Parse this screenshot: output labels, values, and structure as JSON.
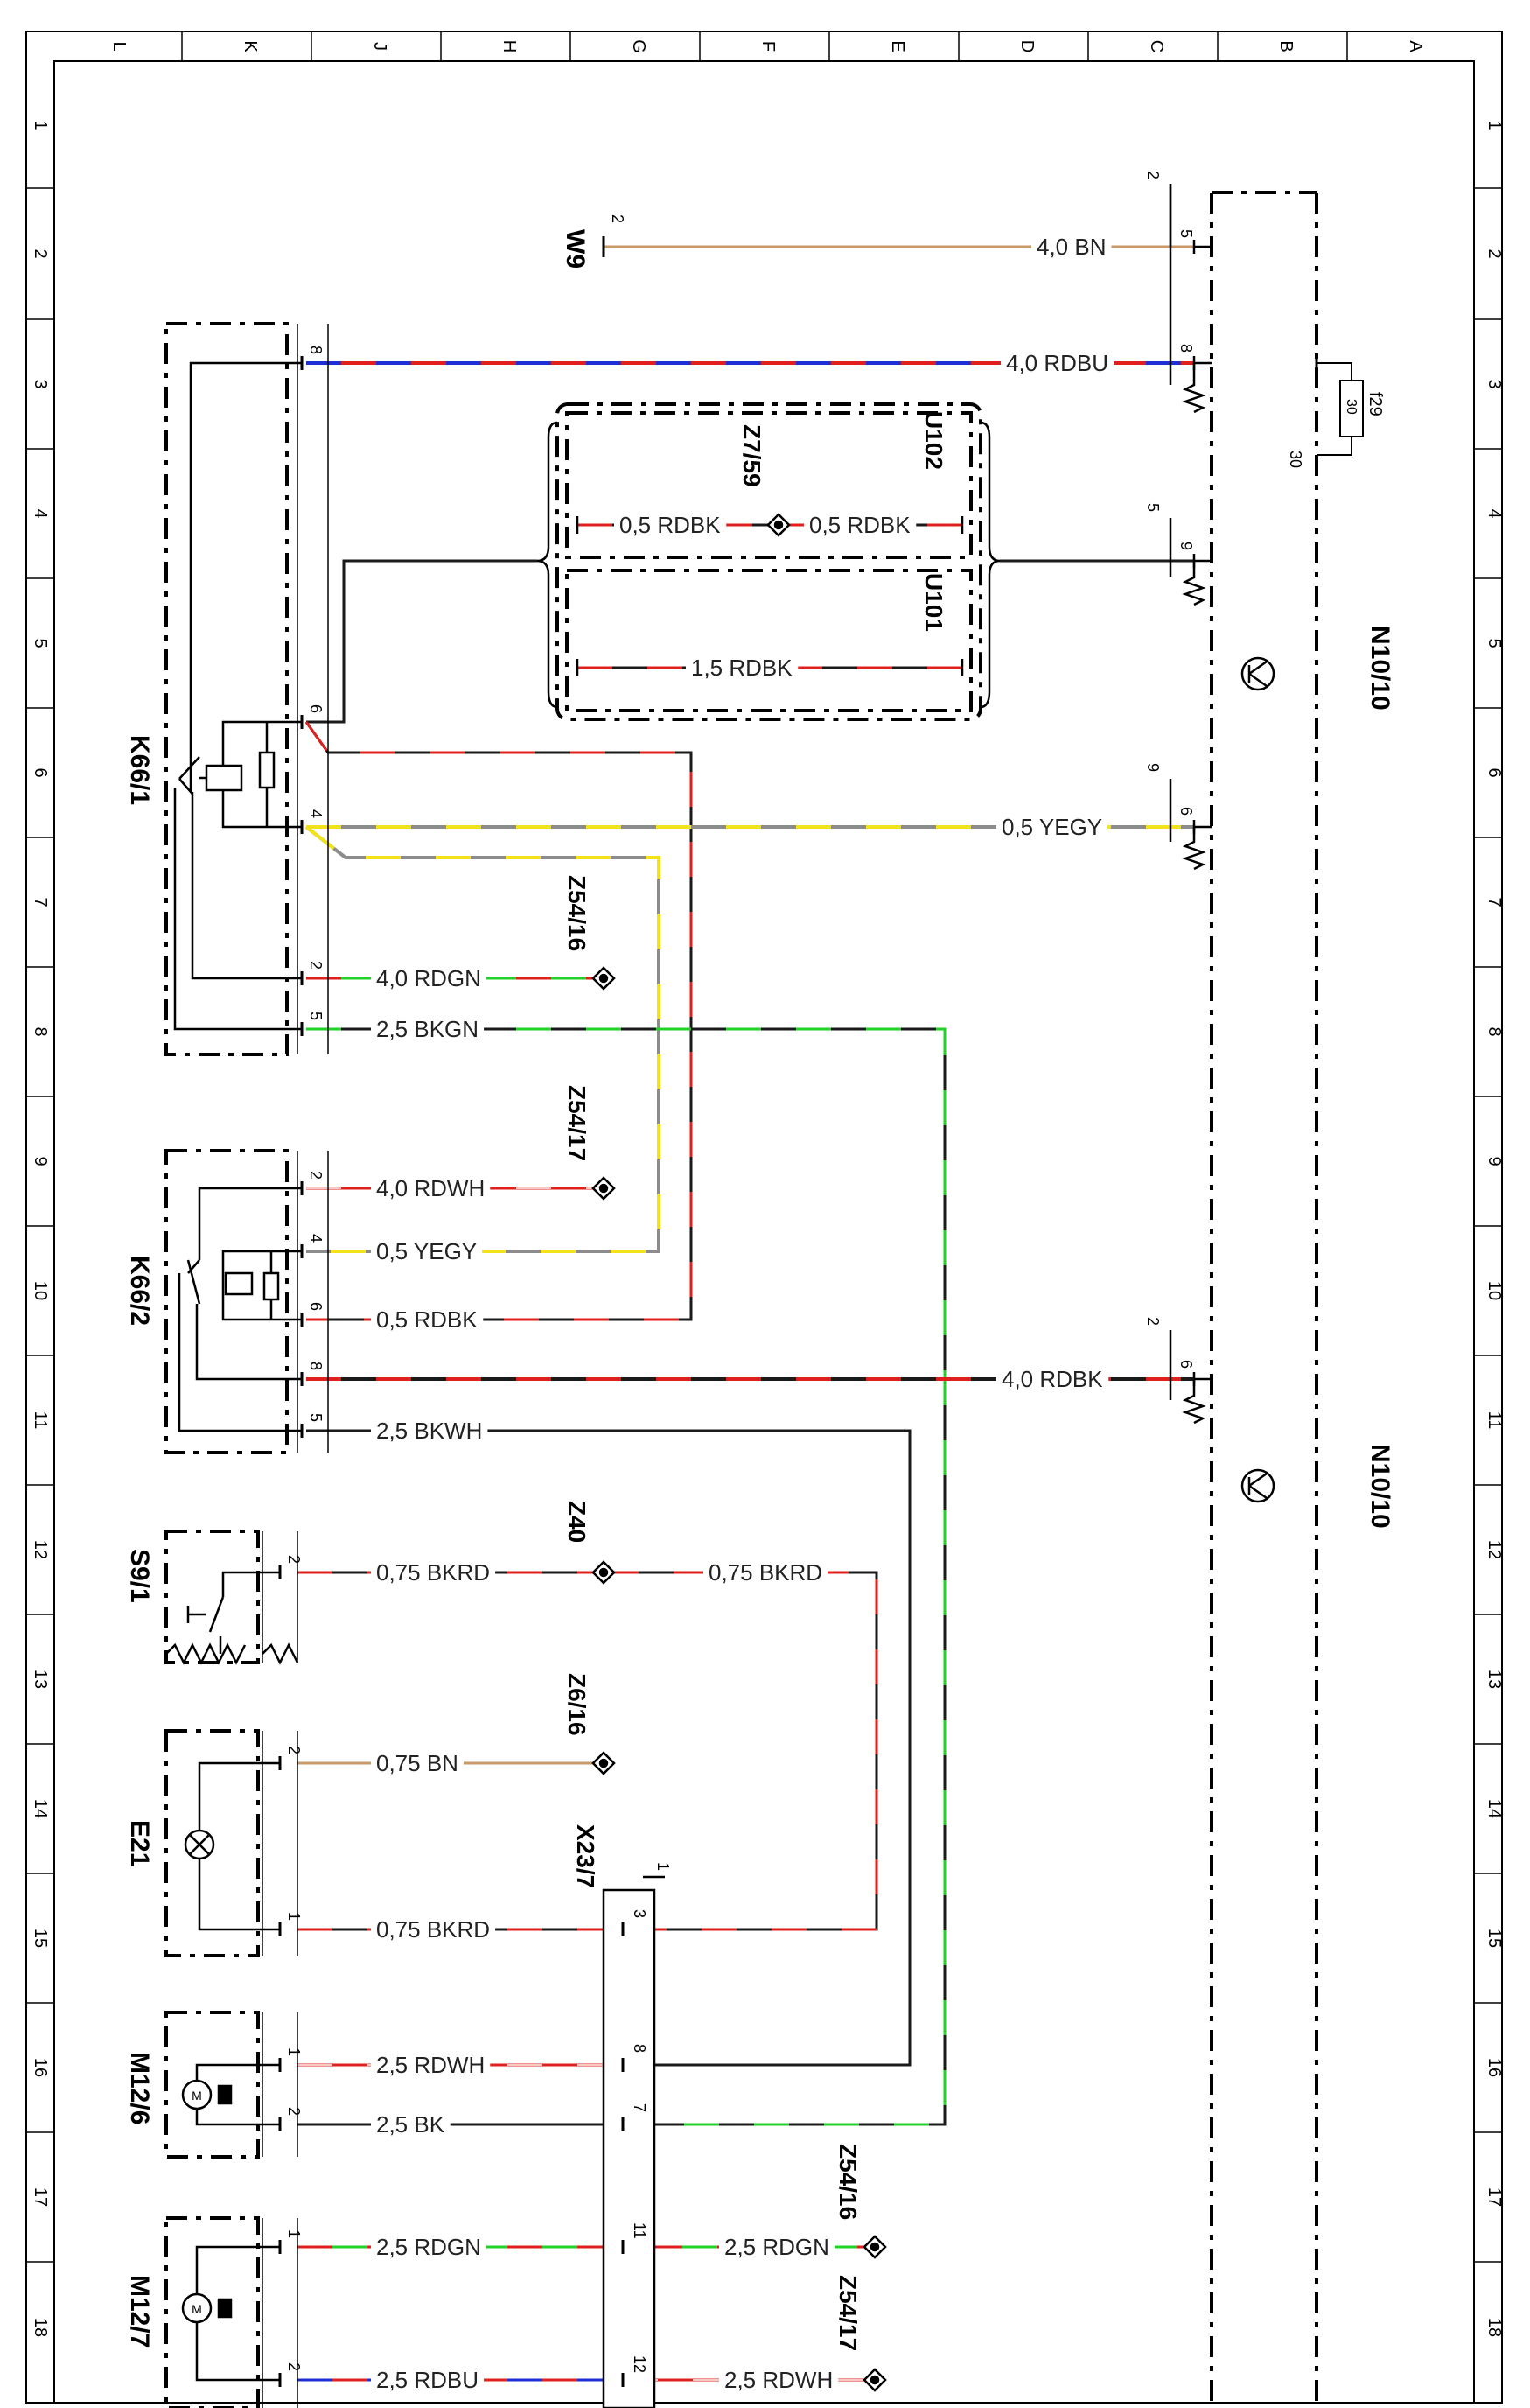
{
  "border": {
    "columns": [
      "L",
      "K",
      "J",
      "H",
      "G",
      "F",
      "E",
      "D",
      "C",
      "B",
      "A"
    ],
    "rows": [
      "1",
      "2",
      "3",
      "4",
      "5",
      "6",
      "7",
      "8",
      "9",
      "10",
      "11",
      "12",
      "13",
      "14",
      "15",
      "16",
      "17",
      "18"
    ]
  },
  "components": {
    "w9": "W9",
    "k66_1": "K66/1",
    "k66_2": "K66/2",
    "s9_1": "S9/1",
    "e21": "E21",
    "m12_6": "M12/6",
    "m12_7": "M12/7",
    "n10_10_a": "N10/10",
    "n10_10_b": "N10/10",
    "u102": "U102",
    "u101": "U101",
    "f29": "f29",
    "x23_7": "X23/7"
  },
  "splices": {
    "z7_59": "Z7/59",
    "z54_16_a": "Z54/16",
    "z54_17_a": "Z54/17",
    "z40": "Z40",
    "z6_16": "Z6/16",
    "z54_16_b": "Z54/16",
    "z54_17_b": "Z54/17"
  },
  "wires": {
    "w9_bn": "4,0 BN",
    "k661_rdbu": "4,0 RDBU",
    "u102_rdbk_l": "0,5 RDBK",
    "u102_rdbk_r": "0,5 RDBK",
    "u101_rdbk": "1,5 RDBK",
    "yegy_n10": "0,5 YEGY",
    "k661_rdgn": "4,0 RDGN",
    "k661_bkgn": "2,5 BKGN",
    "k662_rdwh": "4,0 RDWH",
    "k662_yegy": "0,5 YEGY",
    "k662_rdbk": "0,5 RDBK",
    "k662_rdbk_n10": "4,0 RDBK",
    "k662_bkwh": "2,5 BKWH",
    "s91_bkrd": "0,75 BKRD",
    "z40_bkrd": "0,75 BKRD",
    "e21_bn": "0,75 BN",
    "e21_bkrd": "0,75 BKRD",
    "m126_rdwh": "2,5 RDWH",
    "m126_bk": "2,5 BK",
    "m127_rdgn": "2,5 RDGN",
    "x237_rdgn": "2,5 RDGN",
    "m127_rdbu": "2,5 RDBU",
    "x237_rdwh": "2,5 RDWH"
  },
  "pins": {
    "w9": "2",
    "n10_bn": "5",
    "n10_bn_conn": "2",
    "n10_rdbu": "8",
    "n10_u": "9",
    "n10_u_conn": "5",
    "n10_yegy": "6",
    "n10_yegy_conn": "9",
    "n10_rdbk": "6",
    "n10_rdbk_conn": "2",
    "f29_30": "30",
    "f29_inner": "30",
    "k661_8": "8",
    "k661_6": "6",
    "k661_4": "4",
    "k661_2": "2",
    "k661_5": "5",
    "k662_2": "2",
    "k662_4": "4",
    "k662_6": "6",
    "k662_8": "8",
    "k662_5": "5",
    "s91_2": "2",
    "e21_2": "2",
    "e21_1": "1",
    "m126_1": "1",
    "m126_2": "2",
    "m127_1": "1",
    "m127_2": "2",
    "x237_conn": "1",
    "x237_3": "3",
    "x237_8": "8",
    "x237_7": "7",
    "x237_11": "11",
    "x237_12": "12"
  },
  "colors": {
    "BK": "#1a1a1a",
    "RD": "#e0201c",
    "BU": "#1f2fd6",
    "GN": "#23d12b",
    "YE": "#f2e21a",
    "GY": "#8c8c8c",
    "WH": "#ffffff",
    "BN": "#c89a6a"
  }
}
